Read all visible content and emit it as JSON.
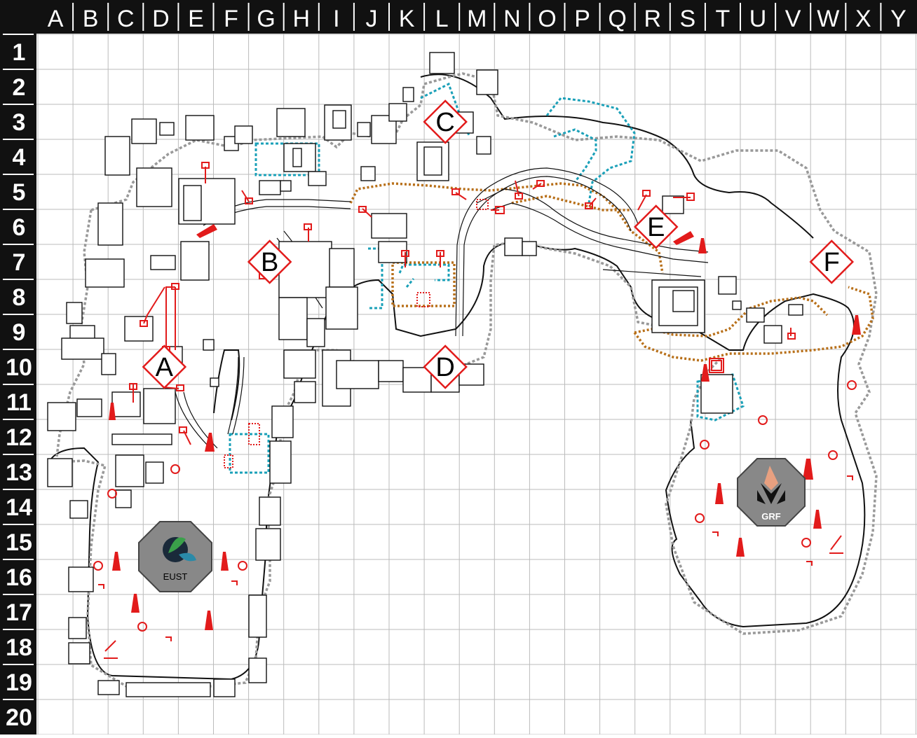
{
  "grid": {
    "columns": [
      "A",
      "B",
      "C",
      "D",
      "E",
      "F",
      "G",
      "H",
      "I",
      "J",
      "K",
      "L",
      "M",
      "N",
      "O",
      "P",
      "Q",
      "R",
      "S",
      "T",
      "U",
      "V",
      "W",
      "X",
      "Y"
    ],
    "rows": [
      "1",
      "2",
      "3",
      "4",
      "5",
      "6",
      "7",
      "8",
      "9",
      "10",
      "11",
      "12",
      "13",
      "14",
      "15",
      "16",
      "17",
      "18",
      "19",
      "20"
    ]
  },
  "objectives": [
    {
      "label": "A",
      "col": "D",
      "row": "10"
    },
    {
      "label": "B",
      "col": "G",
      "row": "7"
    },
    {
      "label": "C",
      "col": "L",
      "row": "3"
    },
    {
      "label": "D",
      "col": "L",
      "row": "10"
    },
    {
      "label": "E",
      "col": "R",
      "row": "6"
    },
    {
      "label": "F",
      "col": "W",
      "row": "7"
    }
  ],
  "bases": [
    {
      "name": "EUST",
      "icon": "eust-emblem-icon"
    },
    {
      "name": "GRF",
      "icon": "grf-emblem-icon"
    }
  ],
  "colors": {
    "objective": "#e21b1b",
    "boundary": "#999999",
    "teal_route": "#1aa0b8",
    "orange_route": "#b8701a",
    "header": "#111111"
  }
}
